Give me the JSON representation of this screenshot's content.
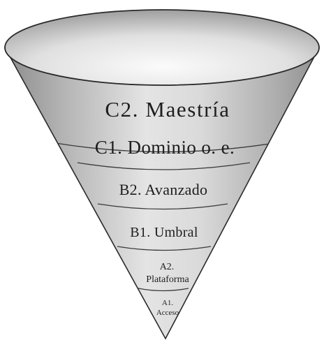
{
  "levels": [
    {
      "code": "C2.",
      "name": "Maestría",
      "label": "C2. Maestría"
    },
    {
      "code": "C1.",
      "name": "Dominio o. e.",
      "label": "C1. Dominio o. e."
    },
    {
      "code": "B2.",
      "name": "Avanzado",
      "label": "B2. Avanzado"
    },
    {
      "code": "B1.",
      "name": "Umbral",
      "label": "B1. Umbral"
    },
    {
      "code": "A2.",
      "name": "Plataforma"
    },
    {
      "code": "A1.",
      "name": "Acceso"
    }
  ],
  "colors": {
    "band": "#c4c4c4",
    "band_light": "#e2e2e2",
    "band_shadow": "#8a8a8a",
    "rim": "#f2f2f2",
    "outline": "#2a2a2a",
    "text": "#1e1e1e"
  }
}
